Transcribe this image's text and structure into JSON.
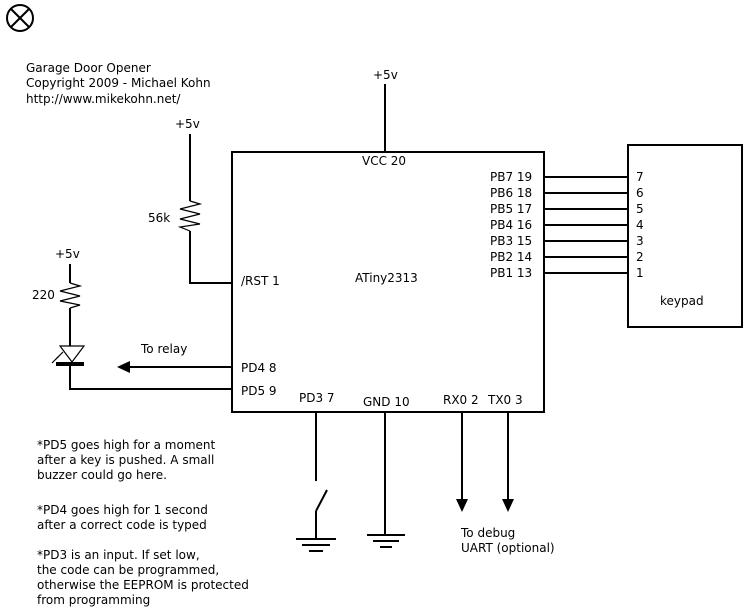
{
  "title_block": {
    "line1": "Garage Door Opener",
    "line2": "Copyright 2009 - Michael Kohn",
    "line3": "http://www.mikekohn.net/"
  },
  "chip": {
    "name": "ATiny2313",
    "vcc": "VCC 20",
    "rst": "/RST 1",
    "pd4": "PD4 8",
    "pd5": "PD5 9",
    "pd3": "PD3 7",
    "gnd": "GND 10",
    "rx": "RX0 2",
    "tx": "TX0 3",
    "port_pins": [
      "PB7 19",
      "PB6 18",
      "PB5 17",
      "PB4 16",
      "PB3 15",
      "PB2 14",
      "PB1 13"
    ]
  },
  "keypad": {
    "label": "keypad",
    "pins": [
      "7",
      "6",
      "5",
      "4",
      "3",
      "2",
      "1"
    ]
  },
  "supply": {
    "vcc_chip": "+5v",
    "vcc_reset": "+5v",
    "vcc_led": "+5v"
  },
  "resistors": {
    "reset_pullup": "56k",
    "led": "220"
  },
  "labels": {
    "relay": "To relay",
    "debug_line1": "To debug",
    "debug_line2": "UART (optional)"
  },
  "notes": [
    [
      "*PD5 goes high for a moment",
      "after a key is pushed.  A small",
      "buzzer could go here."
    ],
    [
      "*PD4 goes high for 1 second",
      "after a correct code is typed"
    ],
    [
      "*PD3 is an input.  If set low,",
      "the code can be programmed,",
      "otherwise the EEPROM is protected",
      "from programming"
    ]
  ],
  "icons": {
    "corner": "lamp-symbol-icon",
    "ground": "ground-symbol-icon",
    "switch": "switch-icon",
    "resistor": "resistor-icon",
    "led": "led-icon"
  }
}
